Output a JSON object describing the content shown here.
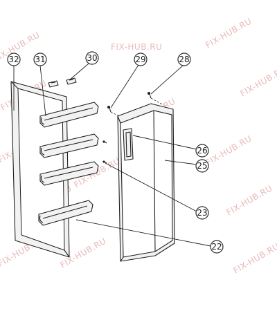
{
  "watermark": {
    "text": "FIX-HUB.RU",
    "color": "#e9b9b9"
  },
  "callouts": [
    {
      "label": "32"
    },
    {
      "label": "31"
    },
    {
      "label": "30"
    },
    {
      "label": "29"
    },
    {
      "label": "28"
    },
    {
      "label": "26"
    },
    {
      "label": "25"
    },
    {
      "label": "23"
    },
    {
      "label": "22"
    }
  ]
}
